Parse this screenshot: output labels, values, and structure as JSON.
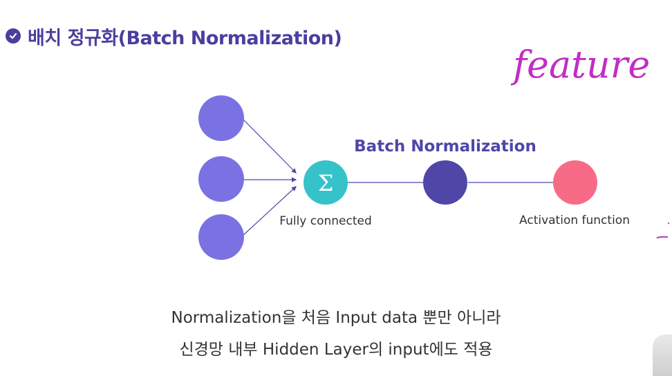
{
  "title": {
    "text": "배치 정규화(Batch Normalization)",
    "icon": "check-circle-icon",
    "color": "#4a3f9e"
  },
  "handwriting": {
    "text": "feature",
    "color": "#c02ec4"
  },
  "diagram": {
    "batch_norm_label": "Batch Normalization",
    "sum_symbol": "Σ",
    "fc_label": "Fully connected",
    "activation_label": "Activation function",
    "colors": {
      "input_node": "#7a72e3",
      "sum_node": "#35c2c9",
      "bn_node": "#4f46a8",
      "activation_node": "#f76b87",
      "edge": "#4f46a8",
      "label_accent": "#4f46a8"
    }
  },
  "footer": {
    "line1": "Normalization을 처음 Input data 뿐만 아니라",
    "line2": "신경망 내부 Hidden Layer의 input에도 적용"
  }
}
